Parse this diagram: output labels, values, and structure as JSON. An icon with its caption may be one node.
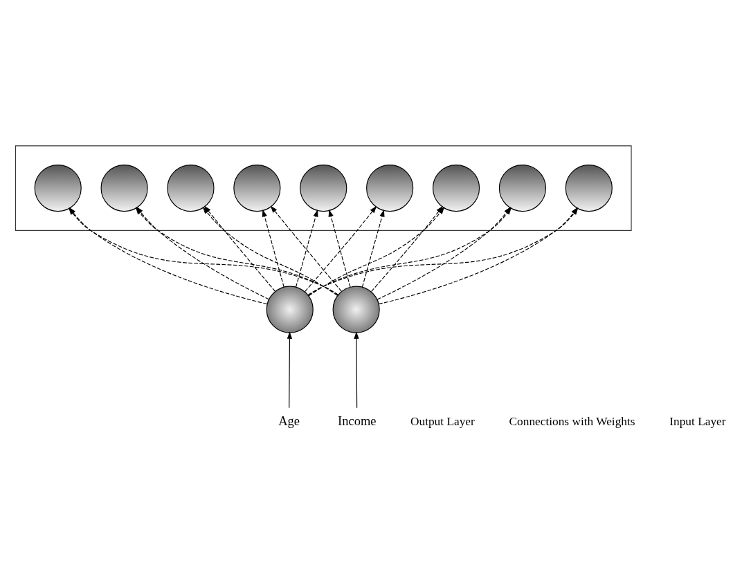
{
  "diagram": {
    "nodes": [
      {
        "text": [],
        "shape": "parallelogram"
      },
      {
        "text": [],
        "shape": "circle",
        "in": 0
      },
      {
        "text": [],
        "shape": "circle",
        "in": 0
      },
      {
        "text": [],
        "shape": "circle",
        "in": 0
      },
      {
        "text": [],
        "shape": "circle",
        "in": 0
      },
      {
        "text": [],
        "shape": "circle",
        "in": 0
      },
      {
        "text": [],
        "shape": "circle",
        "in": 0
      },
      {
        "text": [],
        "shape": "circle",
        "in": 0
      },
      {
        "text": [],
        "shape": "circle",
        "in": 0
      },
      {
        "text": [],
        "shape": "circle",
        "in": 0
      },
      {
        "text": [],
        "shape": "circle"
      },
      {
        "text": [],
        "shape": "circle"
      },
      {
        "text": [
          "Age"
        ]
      },
      {
        "text": [
          "Income"
        ]
      }
    ],
    "edges": [
      {
        "from": 12,
        "to": 10,
        "arrow": "to"
      },
      {
        "from": 13,
        "to": 11,
        "arrow": "to"
      },
      {
        "from": 10,
        "to": 1,
        "arrow": "to",
        "style": "dashed"
      },
      {
        "from": 10,
        "to": 2,
        "arrow": "to",
        "style": "dashed"
      },
      {
        "from": 10,
        "to": 3,
        "arrow": "to",
        "style": "dashed"
      },
      {
        "from": 10,
        "to": 4,
        "arrow": "to",
        "style": "dashed"
      },
      {
        "from": 10,
        "to": 5,
        "arrow": "to",
        "style": "dashed"
      },
      {
        "from": 10,
        "to": 6,
        "arrow": "to",
        "style": "dashed"
      },
      {
        "from": 10,
        "to": 7,
        "arrow": "to",
        "style": "dashed"
      },
      {
        "from": 10,
        "to": 8,
        "arrow": "to",
        "style": "dashed"
      },
      {
        "from": 10,
        "to": 9,
        "arrow": "to",
        "style": "dashed"
      },
      {
        "from": 11,
        "to": 1,
        "arrow": "to",
        "style": "dashed"
      },
      {
        "from": 11,
        "to": 2,
        "arrow": "to",
        "style": "dashed"
      },
      {
        "from": 11,
        "to": 3,
        "arrow": "to",
        "style": "dashed"
      },
      {
        "from": 11,
        "to": 4,
        "arrow": "to",
        "style": "dashed"
      },
      {
        "from": 11,
        "to": 5,
        "arrow": "to",
        "style": "dashed"
      },
      {
        "from": 11,
        "to": 6,
        "arrow": "to",
        "style": "dashed"
      },
      {
        "from": 11,
        "to": 7,
        "arrow": "to",
        "style": "dashed"
      },
      {
        "from": 11,
        "to": 8,
        "arrow": "to",
        "style": "dashed"
      },
      {
        "from": 11,
        "to": 9,
        "arrow": "to",
        "style": "dashed"
      }
    ],
    "labels": [
      "Output Layer",
      "Connections with Weights",
      "Input Layer"
    ]
  }
}
